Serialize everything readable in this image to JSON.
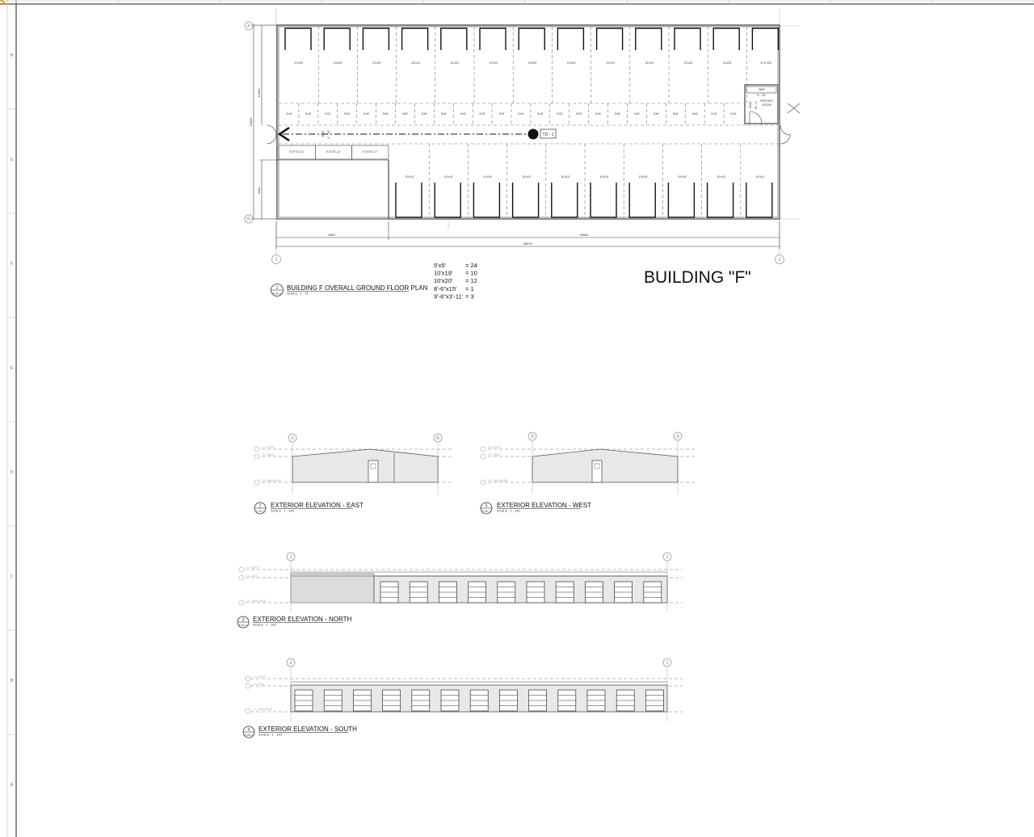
{
  "sheet": {
    "border_rows": [
      "H",
      "G",
      "F",
      "E",
      "D",
      "C",
      "B",
      "A"
    ]
  },
  "plan": {
    "title": "BUILDING F OVERALL GROUND FLOOR PLAN",
    "view_number": "1",
    "sheet_ref": "F-A1.1",
    "scale": "SCALE : 1 : 75",
    "grid_rows": [
      "A",
      "B"
    ],
    "grid_cols": [
      "1",
      "2"
    ],
    "top_unit_labels": [
      "10'x20'",
      "10'x20'",
      "10'x20'",
      "10'x20'",
      "10'x20'",
      "10'x20'",
      "10'x20'",
      "10'x20'",
      "10'x20'",
      "10'x20'",
      "10'x20'",
      "10'x20'",
      "8'-6\"x15'"
    ],
    "locker_label": "5'x5'",
    "locker_count": 24,
    "small_units": [
      "9'-6\"X3'-11\"",
      "9'-6\"X3'-11\"",
      "9'-6\"X3'-11\""
    ],
    "bottom_unit_labels": [
      "10'x19'",
      "10'x19'",
      "10'x19'",
      "10'x19'",
      "10'x19'",
      "10'x19'",
      "10'x19'",
      "10'x19'",
      "10'x19'",
      "10'x19'"
    ],
    "service_room": [
      "SERVICE",
      "ROOM"
    ],
    "service_dim": "8' - 10\"",
    "service_width": "2667",
    "service_depth": "3048",
    "service_small": "10' - 0\"",
    "drain_tag": "TD - 1",
    "dim_overall_height": "15600",
    "dim_upper_height": "10000",
    "dim_lower_height": "4600",
    "dim_corridor": "1600",
    "dim_corridor_imp": "6' - 10\"",
    "dim_left_bay": "6601",
    "dim_right_bay": "30684",
    "dim_overall_width": "38375"
  },
  "legend": [
    {
      "size": "5'x5'",
      "count": "= 24"
    },
    {
      "size": "10'x19'",
      "count": "= 10"
    },
    {
      "size": "10'x20'",
      "count": "= 12"
    },
    {
      "size": "8'-6\"x15'",
      "count": "= 1"
    },
    {
      "size": "9'-6\"x3'-11'",
      "count": "= 3"
    }
  ],
  "building_title": "BUILDING \"F\"",
  "level_tags": {
    "roof": "T.O. ROOF",
    "wall": "T.O. WALL",
    "slab": "T.O. MAIN SLAB"
  },
  "elevations": [
    {
      "id": "east",
      "title": "EXTERIOR ELEVATION - EAST",
      "number": "2",
      "sheet_ref": "F-A2.1",
      "scale": "SCALE : 1 : 100",
      "grid_left": "A",
      "grid_right": "B"
    },
    {
      "id": "west",
      "title": "EXTERIOR ELEVATION - WEST",
      "number": "5",
      "sheet_ref": "F-A2.1",
      "scale": "SCALE : 1 : 100",
      "grid_left": "B",
      "grid_right": "A"
    },
    {
      "id": "north",
      "title": "EXTERIOR ELEVATION - NORTH",
      "number": "3",
      "sheet_ref": "F-A2.1",
      "scale": "SCALE : 1 : 100",
      "grid_left": "1",
      "grid_right": "2"
    },
    {
      "id": "south",
      "title": "EXTERIOR ELEVATION - SOUTH",
      "number": "4",
      "sheet_ref": "F-A2.1",
      "scale": "SCALE : 1 : 100",
      "grid_left": "2",
      "grid_right": "1"
    }
  ]
}
